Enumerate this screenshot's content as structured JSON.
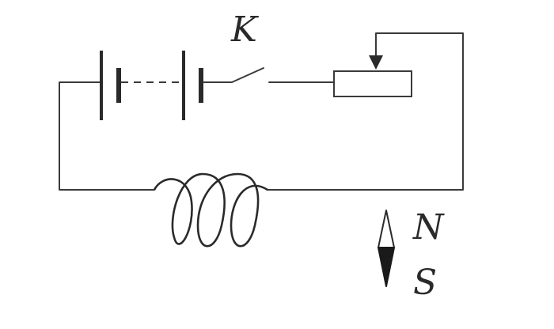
{
  "diagram": {
    "switch_label": "K",
    "compass_north_label": "N",
    "compass_south_label": "S",
    "colors": {
      "line": "#3a3a3a",
      "ink": "#2a2a2a",
      "background": "#ffffff"
    },
    "components": [
      "battery",
      "switch",
      "rheostat",
      "solenoid",
      "compass-needle"
    ]
  }
}
